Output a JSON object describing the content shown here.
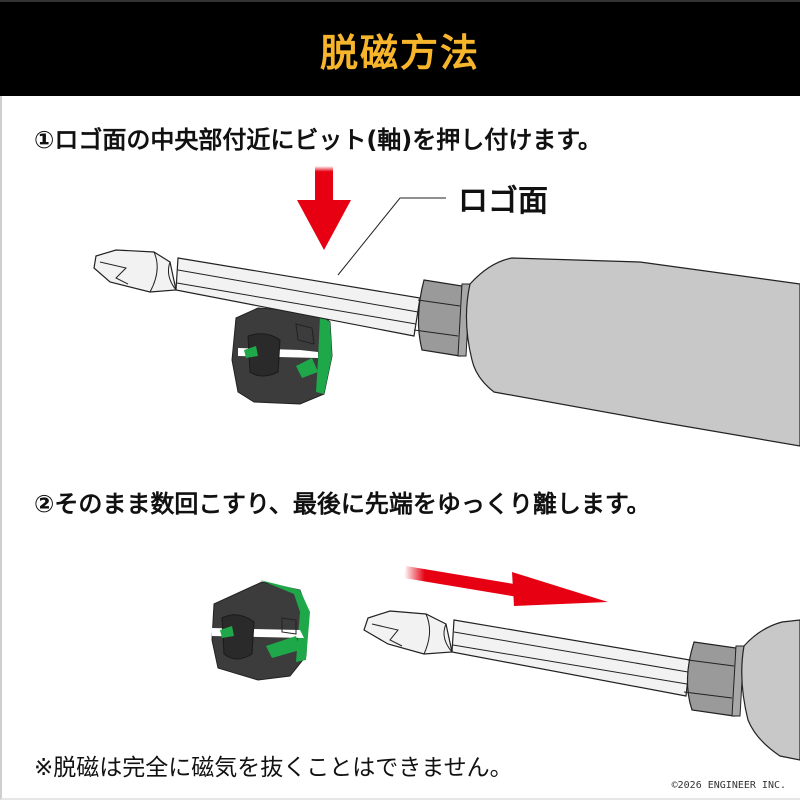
{
  "header": {
    "title": "脱磁方法",
    "background_color": "#000000",
    "title_color": "#f7b52c"
  },
  "steps": [
    {
      "number": "①",
      "text": "①ロゴ面の中央部付近にビット(軸)を押し付けます。"
    },
    {
      "number": "②",
      "text": "②そのまま数回こすり、最後に先端をゆっくり離します。"
    }
  ],
  "illustration_1": {
    "callout_label": "ロゴ面",
    "arrow_direction": "down",
    "arrow_color": "#e60012",
    "objects": [
      "demagnetizer-block",
      "screwdriver-bit",
      "screwdriver-handle"
    ]
  },
  "illustration_2": {
    "arrow_direction": "right",
    "arrow_color": "#e60012",
    "objects": [
      "demagnetizer-block",
      "screwdriver-bit",
      "screwdriver-handle"
    ]
  },
  "colors": {
    "block_dark": "#3c3c3c",
    "block_accent": "#1fa84a",
    "handle_gray": "#c8c8c8",
    "collar_gray": "#9a9a9a",
    "shaft": "#efefef"
  },
  "footer": {
    "note": "※脱磁は完全に磁気を抜くことはできません。",
    "copyright": "©2026 ENGINEER INC."
  }
}
